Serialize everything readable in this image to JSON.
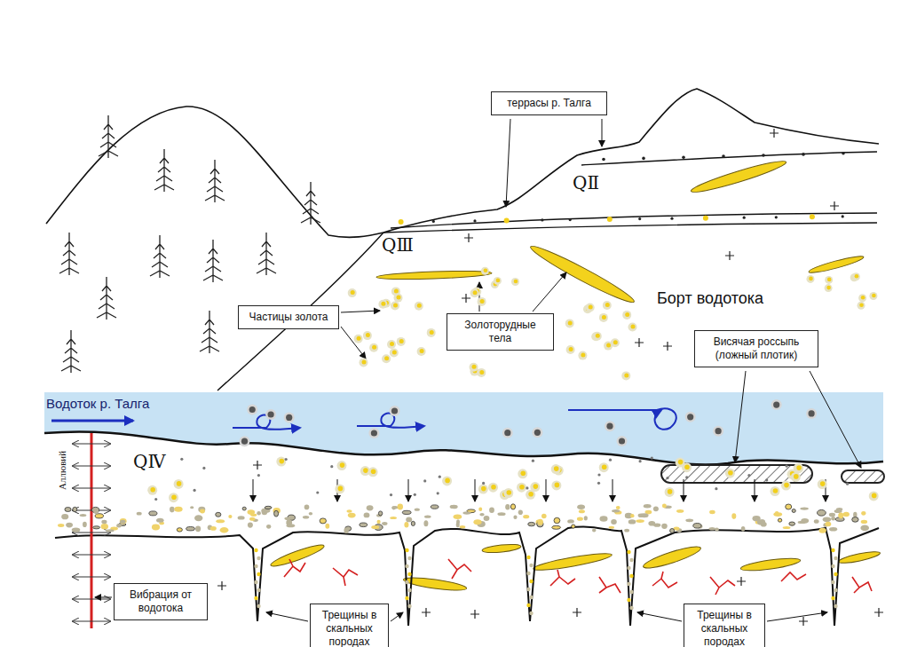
{
  "diagram": {
    "nodes": [
      {
        "text": [
          "террасы р. Талга"
        ]
      },
      {
        "text": [
          "Частицы золота"
        ]
      },
      {
        "text": [
          "Золоторудные тела"
        ]
      },
      {
        "text": [
          "Висячая россыпь (ложный плотик)"
        ]
      },
      {
        "text": [
          "Вибрация от водотока"
        ]
      },
      {
        "text": [
          "Трещины в скальных породах"
        ]
      },
      {
        "text": [
          "Трещины в скальных породах"
        ]
      }
    ],
    "labels": [
      "QⅡ",
      "QⅢ",
      "Борт водотока",
      "Водоток р. Талга",
      "QⅣ",
      "Аллювий"
    ]
  }
}
